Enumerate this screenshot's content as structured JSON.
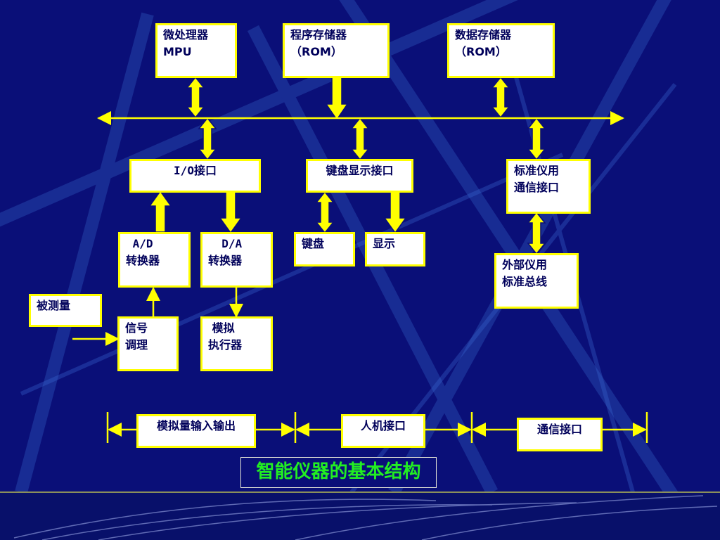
{
  "blocks": {
    "mpu": "微处理器\nMPU",
    "program_memory": "程序存储器\n（ROM）",
    "data_memory": "数据存储器\n（ROM）",
    "io_interface": "I/O接口",
    "keyboard_display_interface": "键盘显示接口",
    "std_comm_interface": "标准仪用\n通信接口",
    "ad_converter": " A/D\n转换器",
    "da_converter": "  D/A\n转换器",
    "keyboard": "键盘",
    "display": "显示",
    "external_bus": "外部仪用\n标准总线",
    "measured_quantity": "被测量",
    "signal_conditioning": "信号\n调理",
    "analog_actuator": " 模拟\n执行器"
  },
  "sections": {
    "analog_io": "模拟量输入输出",
    "hmi": "人机接口",
    "comm": "通信接口"
  },
  "caption": "智能仪器的基本结构",
  "colors": {
    "background": "#0a0f78",
    "box_border": "#ffff00",
    "arrow": "#ffff00",
    "caption_text": "#22ee22"
  }
}
